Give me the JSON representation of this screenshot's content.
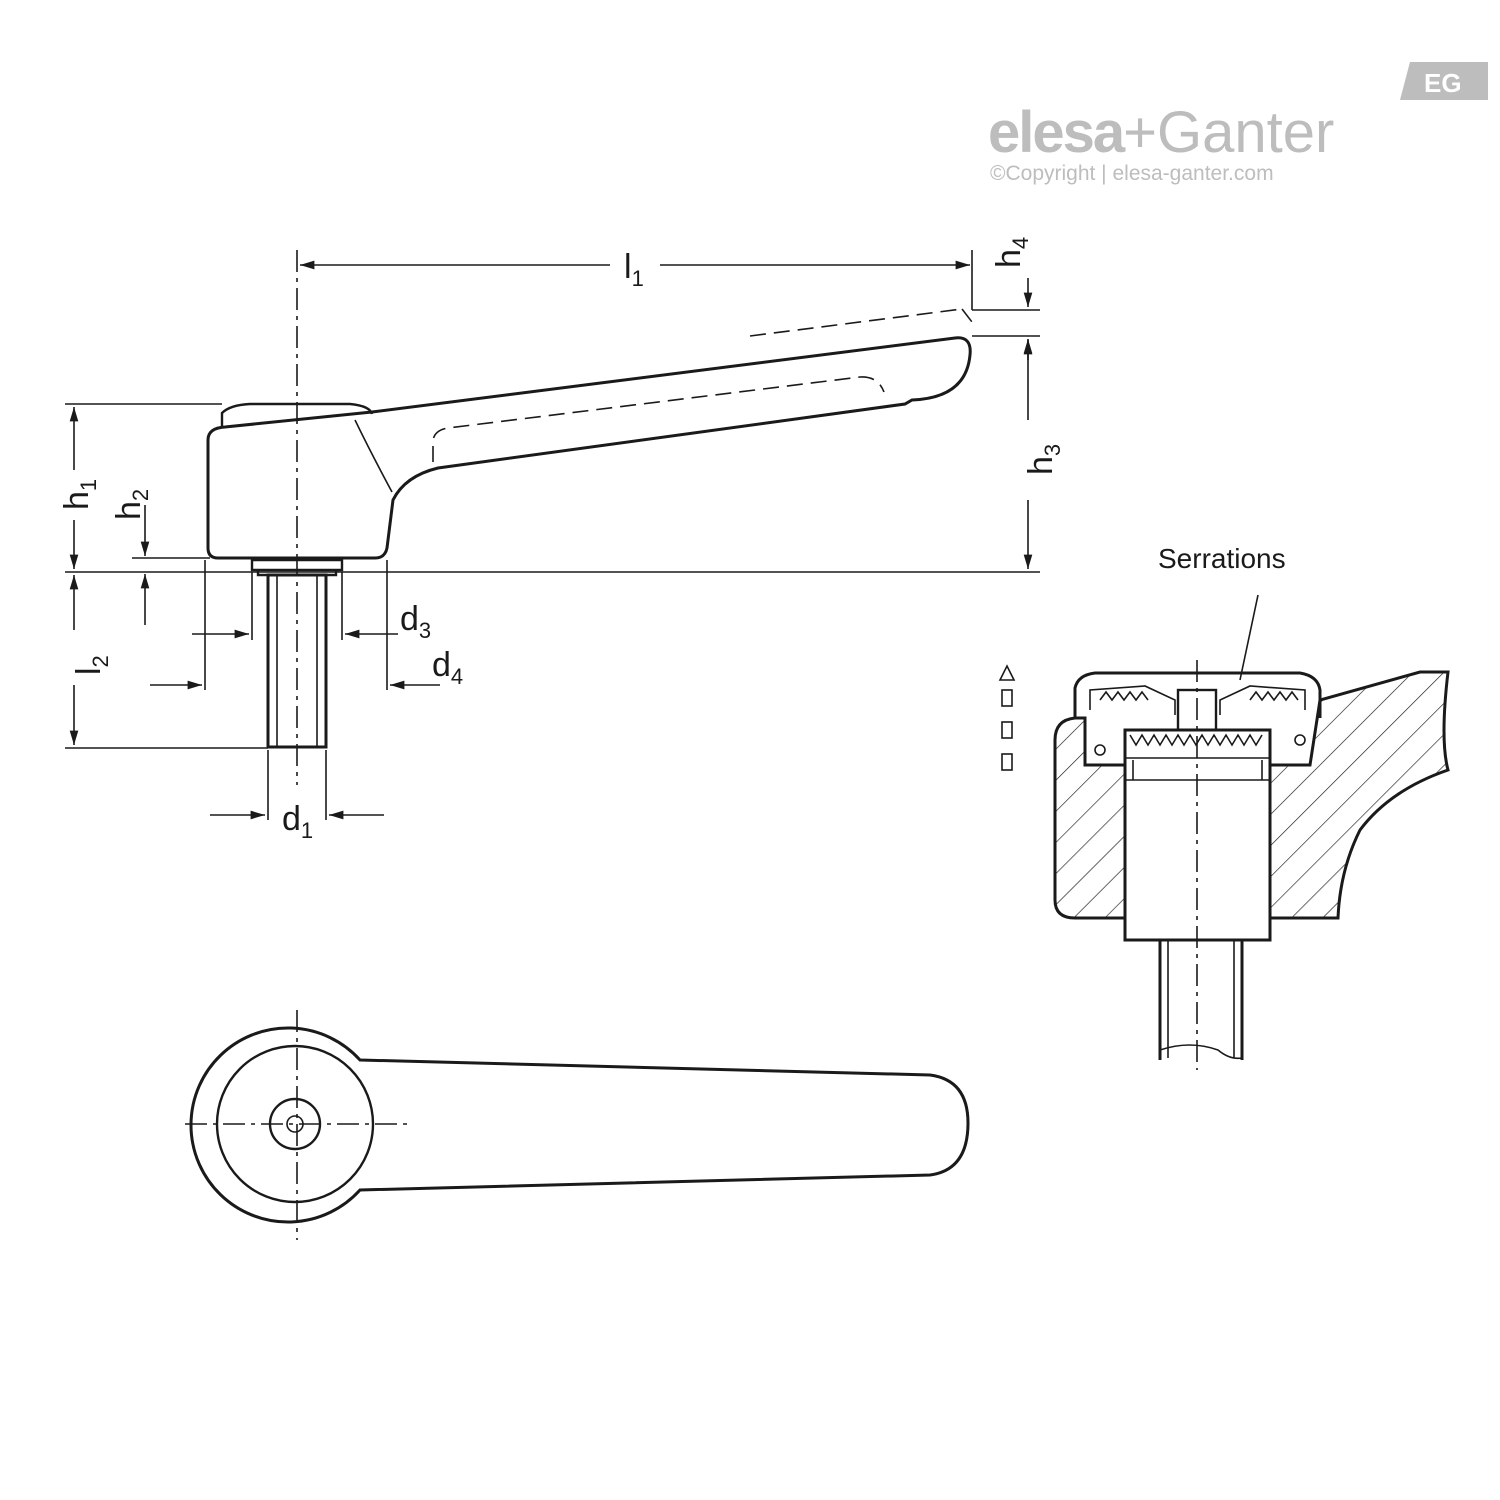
{
  "logo": {
    "badge": "EG",
    "brand_left": "elesa",
    "brand_plus": "+",
    "brand_right": "Ganter",
    "copyright": "©Copyright | elesa-ganter.com",
    "color": "#bdbdbd"
  },
  "dimensions": {
    "l1": {
      "base": "l",
      "sub": "1"
    },
    "l2": {
      "base": "l",
      "sub": "2"
    },
    "h1": {
      "base": "h",
      "sub": "1"
    },
    "h2": {
      "base": "h",
      "sub": "2"
    },
    "h3": {
      "base": "h",
      "sub": "3"
    },
    "h4": {
      "base": "h",
      "sub": "4"
    },
    "d1": {
      "base": "d",
      "sub": "1"
    },
    "d3": {
      "base": "d",
      "sub": "3"
    },
    "d4": {
      "base": "d",
      "sub": "4"
    }
  },
  "section": {
    "callout": "Serrations"
  }
}
